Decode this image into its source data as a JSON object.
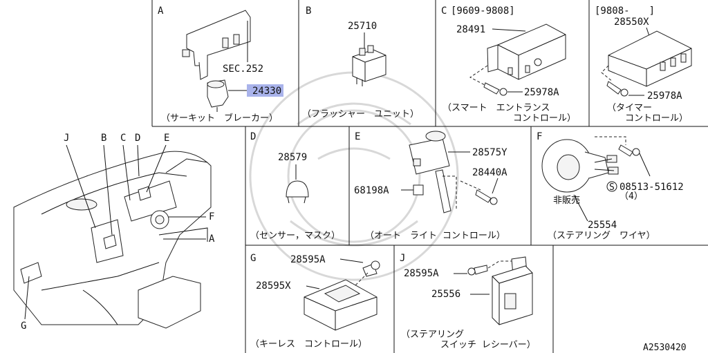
{
  "panels": {
    "A": {
      "letter": "A",
      "sec": "SEC.252",
      "part": "24330",
      "caption": "（サーキット　ブレーカー）"
    },
    "B": {
      "letter": "B",
      "part": "25710",
      "caption": "（フラッシャー　ユニット）"
    },
    "C": {
      "letter": "C",
      "range": "[9609-9808]",
      "part": "28491",
      "bolt": "25978A",
      "caption1": "（スマート　エントランス",
      "caption2": "コントロール）"
    },
    "C2": {
      "range": "[9808-　　]",
      "part": "28550X",
      "bolt": "25978A",
      "caption1": "（タイマー",
      "caption2": "コントロール）"
    },
    "D": {
      "letter": "D",
      "part": "28579",
      "caption": "（センサー，マスク）"
    },
    "E": {
      "letter": "E",
      "part1": "28575Y",
      "part2": "28440A",
      "part3": "68198A",
      "caption": "（オート　ライト コントロール）"
    },
    "F": {
      "letter": "F",
      "screw_symbol": "S",
      "screw": "08513-51612",
      "qty": "（4）",
      "not_sold": "非販売",
      "part": "25554",
      "caption": "（ステアリング　ワイヤ）"
    },
    "G": {
      "letter": "G",
      "part1": "28595A",
      "part2": "28595X",
      "caption": "（キーレス　コントロール）"
    },
    "J": {
      "letter": "J",
      "part1": "28595A",
      "part2": "25556",
      "caption1": "（ステアリング",
      "caption2": "スイッチ レシーバー）"
    },
    "overview": {
      "J": "J",
      "B": "B",
      "C": "C",
      "D": "D",
      "E": "E",
      "F": "F",
      "A": "A",
      "G": "G"
    }
  },
  "figure_id": "A2530420",
  "highlight_color": "#9aa6e8"
}
